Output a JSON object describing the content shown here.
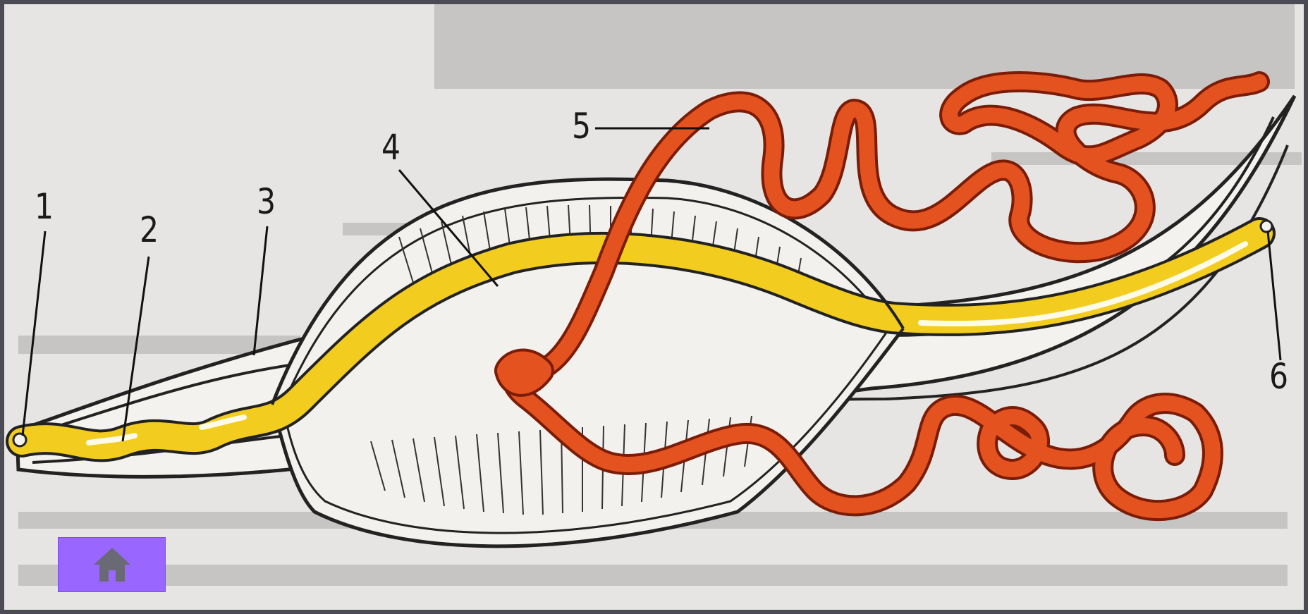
{
  "labels": {
    "l1": "1",
    "l2": "2",
    "l3": "3",
    "l4": "4",
    "l5": "5",
    "l6": "6"
  },
  "nav": {
    "home_icon": "home-icon"
  },
  "colors": {
    "background": "#e7e5e3",
    "yellow_structure": "#f2cc1f",
    "red_structure": "#e0481e",
    "home_button": "#9966ff",
    "home_icon": "#6a6a76"
  }
}
